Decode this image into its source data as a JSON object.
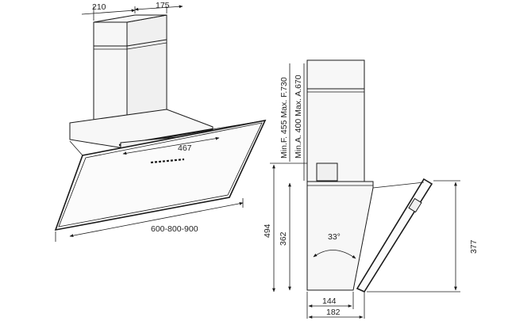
{
  "front_view": {
    "chimney_width": "210",
    "chimney_depth": "175",
    "filter_width": "467",
    "hood_width": "600-800-900"
  },
  "side_view": {
    "chimney_height_min": "Min.F. 455 Max. F.730",
    "chimney_height_alt": "Min.A. 400  Max. A.670",
    "total_height": "494",
    "body_height": "362",
    "glass_height": "377",
    "angle": "33°",
    "base_depth": "144",
    "total_depth": "182"
  }
}
